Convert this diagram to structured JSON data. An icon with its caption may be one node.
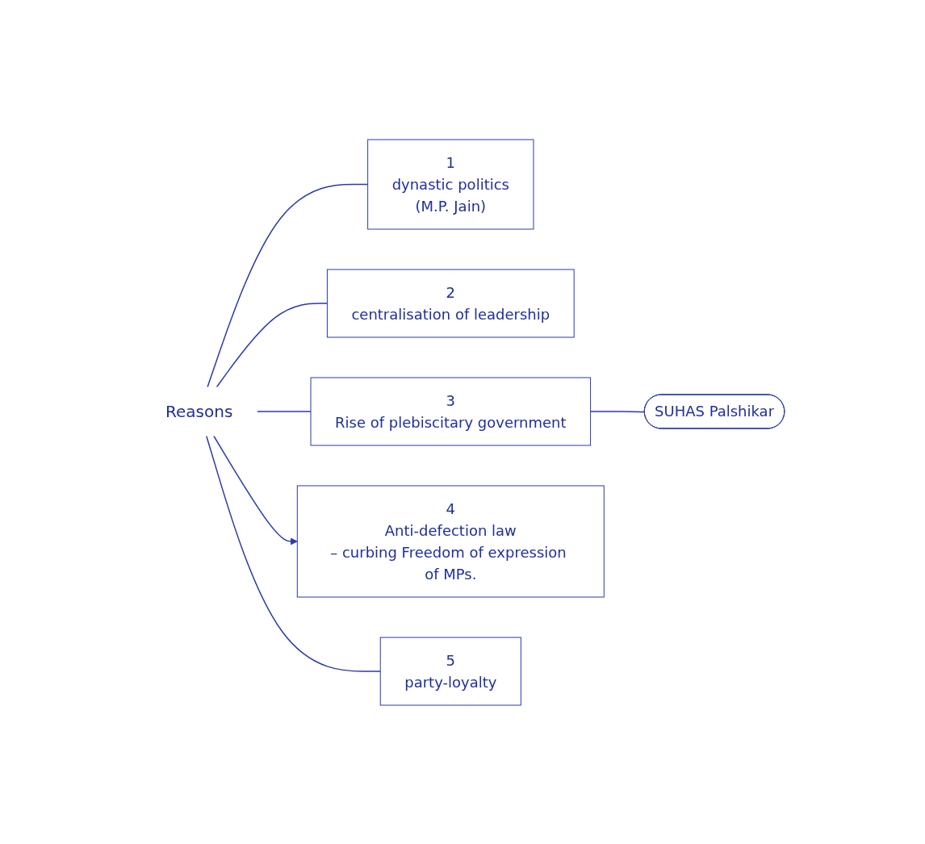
{
  "diagram": {
    "nodes": [
      {
        "text": [
          "Reasons"
        ]
      },
      {
        "text": [
          "1",
          "dynastic politics",
          "(M.P. Jain)"
        ]
      },
      {
        "text": [
          "2",
          "centralisation of leadership"
        ]
      },
      {
        "text": [
          "3",
          "Rise of plebiscitary government"
        ]
      },
      {
        "text": [
          "SUHAS Palshikar"
        ]
      },
      {
        "text": [
          "4",
          "Anti-defection law",
          "– curbing Freedom of expression of MPs."
        ]
      },
      {
        "text": [
          "5",
          "party-loyalty"
        ]
      }
    ],
    "edges": [
      {
        "from": 0,
        "to": 1,
        "arrow": "none"
      },
      {
        "from": 0,
        "to": 2,
        "arrow": "none"
      },
      {
        "from": 0,
        "to": 3,
        "arrow": "none"
      },
      {
        "from": 3,
        "to": 4,
        "arrow": "none"
      },
      {
        "from": 0,
        "to": 5,
        "arrow": "to"
      },
      {
        "from": 0,
        "to": 6,
        "arrow": "none"
      }
    ]
  }
}
